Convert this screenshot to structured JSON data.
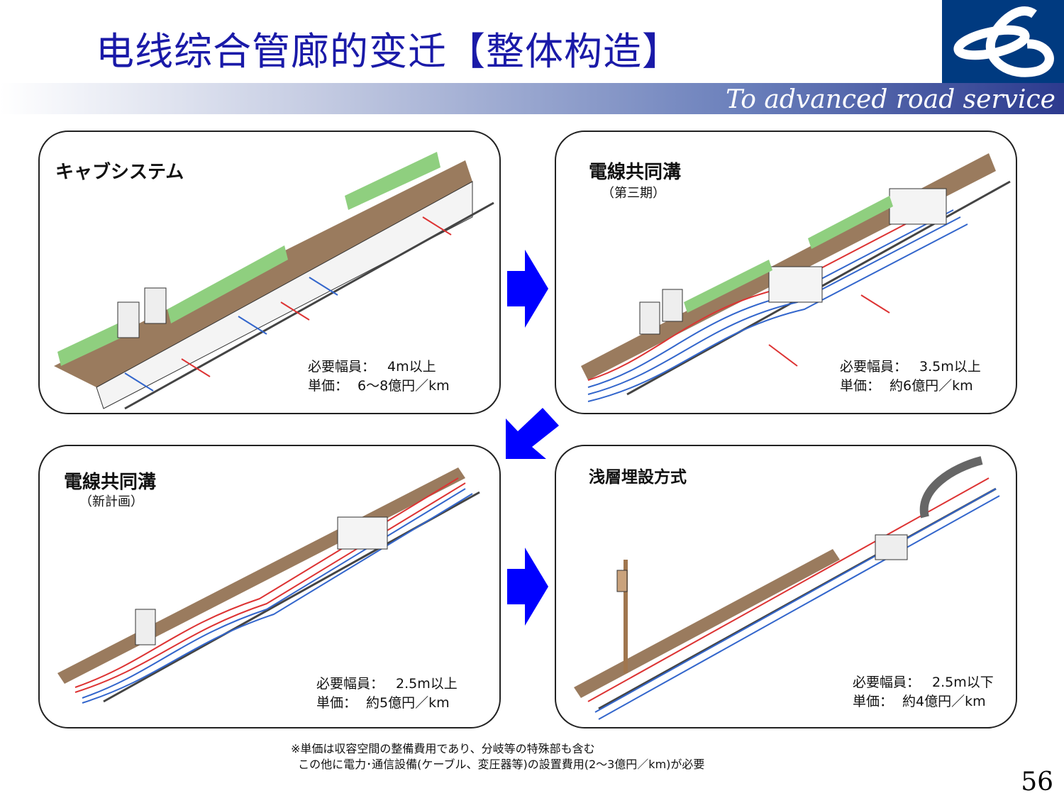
{
  "header": {
    "title": "电线综合管廊的变迁【整体构造】",
    "tagline": "To advanced road service"
  },
  "panels": [
    {
      "title": "キャブシステム",
      "subtitle": "",
      "width_label": "必要幅員：",
      "width_value": "4m以上",
      "price_label": "単価：",
      "price_value": "6～8億円／km"
    },
    {
      "title": "電線共同溝",
      "subtitle": "（第三期）",
      "width_label": "必要幅員：",
      "width_value": "3.5m以上",
      "price_label": "単価：",
      "price_value": "約6億円／km"
    },
    {
      "title": "電線共同溝",
      "subtitle": "（新計画）",
      "width_label": "必要幅員：",
      "width_value": "2.5m以上",
      "price_label": "単価：",
      "price_value": "約5億円／km"
    },
    {
      "title": "浅層埋設方式",
      "subtitle": "",
      "width_label": "必要幅員：",
      "width_value": "2.5m以下",
      "price_label": "単価：",
      "price_value": "約4億円／km"
    }
  ],
  "footnote": {
    "line1": "※単価は収容空間の整備費用であり、分岐等の特殊部も含む",
    "line2": "  この他に電力･通信設備(ケーブル、変圧器等)の設置費用(2～3億円／km)が必要"
  },
  "page_number": "56",
  "colors": {
    "title": "#1a1aa8",
    "arrow": "#0000ff",
    "logo_bg": "#003a80"
  }
}
